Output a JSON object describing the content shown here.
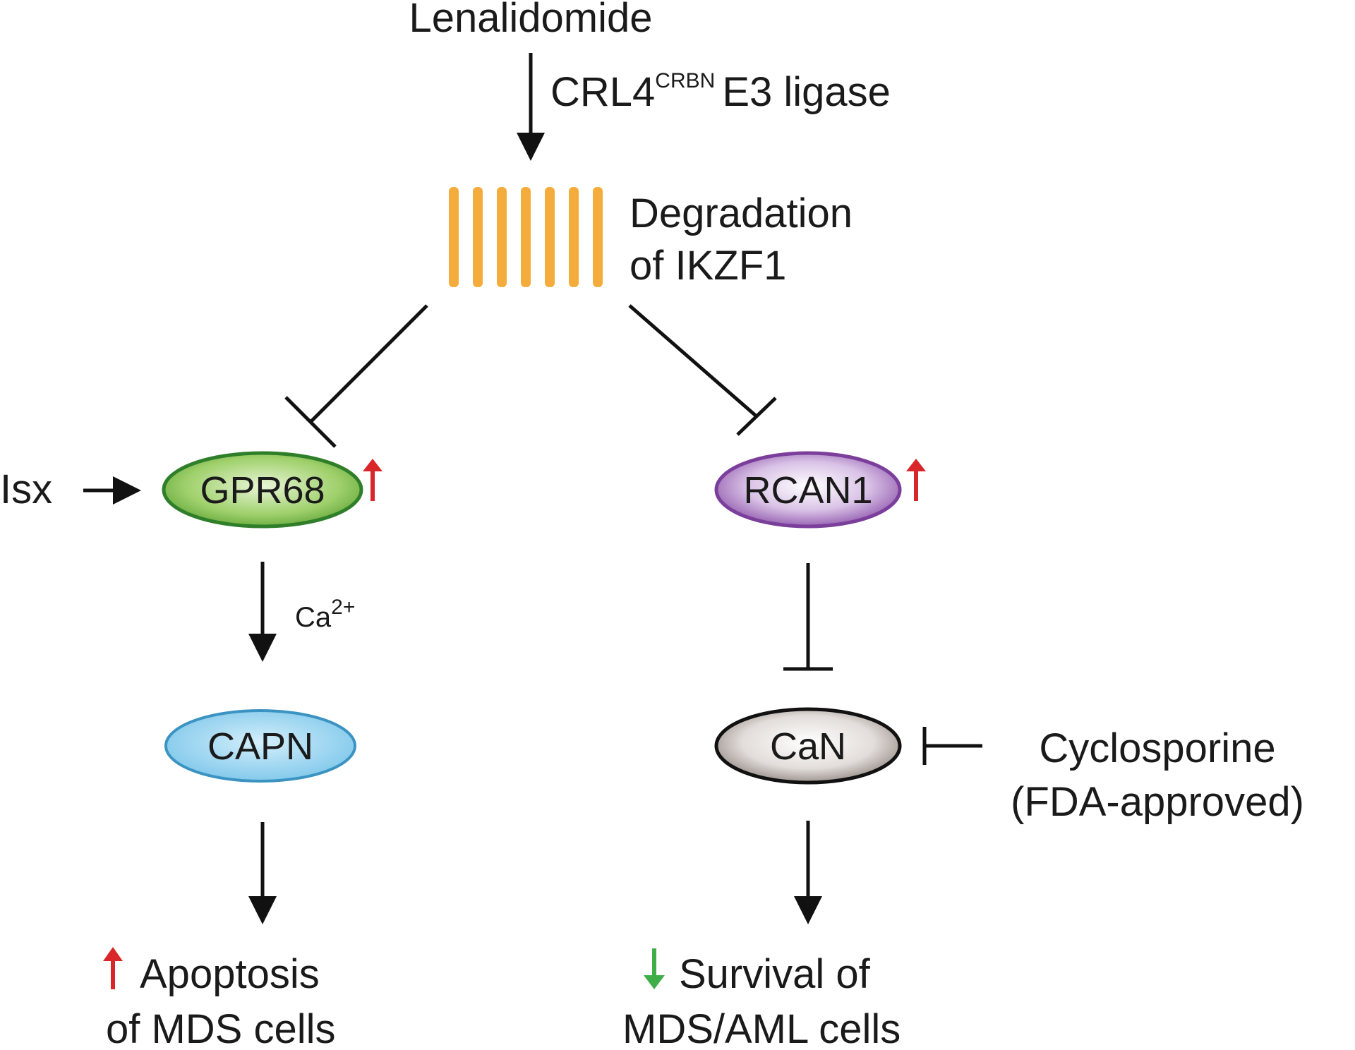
{
  "drug": "Lenalidomide",
  "ligase": {
    "main": "CRL4",
    "sup": "CRBN",
    "rest": "E3 ligase"
  },
  "degradation": {
    "line1": "Degradation",
    "line2": "of IKZF1"
  },
  "left": {
    "input": "Isx",
    "receptor": "GPR68",
    "ion": {
      "main": "Ca",
      "sup": "2+"
    },
    "protease": "CAPN",
    "outcome": {
      "line1": "Apoptosis",
      "line2": "of MDS cells"
    }
  },
  "right": {
    "regulator": "RCAN1",
    "phosphatase": "CaN",
    "inhibitor": {
      "line1": "Cyclosporine",
      "line2": "(FDA-approved)"
    },
    "outcome": {
      "line1": "Survival of",
      "line2": "MDS/AML cells"
    }
  },
  "colors": {
    "up_arrow": "#d9262b",
    "down_arrow": "#3fae49",
    "ikzf1_bars": "#f4ad3d",
    "gpr68_fill": "#7cc04b",
    "rcan1_fill": "#8a4fa8",
    "capn_fill": "#8fd0ee",
    "can_fill": "#8c817b"
  },
  "icons": [
    "arrow-icon",
    "inhibition-bar-icon",
    "up-arrow-icon",
    "down-arrow-icon"
  ]
}
